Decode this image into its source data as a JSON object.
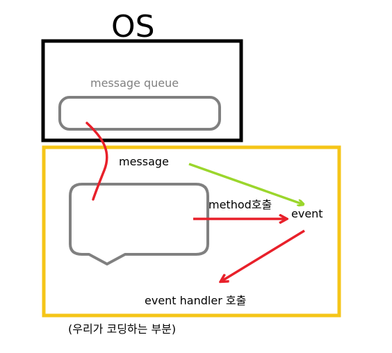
{
  "labels": {
    "os_title": "OS",
    "message_queue": "message queue",
    "message": "message",
    "method_call": "method호출",
    "event": "event",
    "event_handler_call": "event handler 호출",
    "coding_part_note": "(우리가 코딩하는 부분)"
  },
  "colors": {
    "os_box_stroke": "#000000",
    "app_box_stroke": "#f5c518",
    "queue_stroke": "#808080",
    "bubble_stroke": "#808080",
    "red_arrow": "#e8202a",
    "green_arrow": "#9bd62c",
    "queue_label_text": "#808080",
    "text": "#000000"
  }
}
